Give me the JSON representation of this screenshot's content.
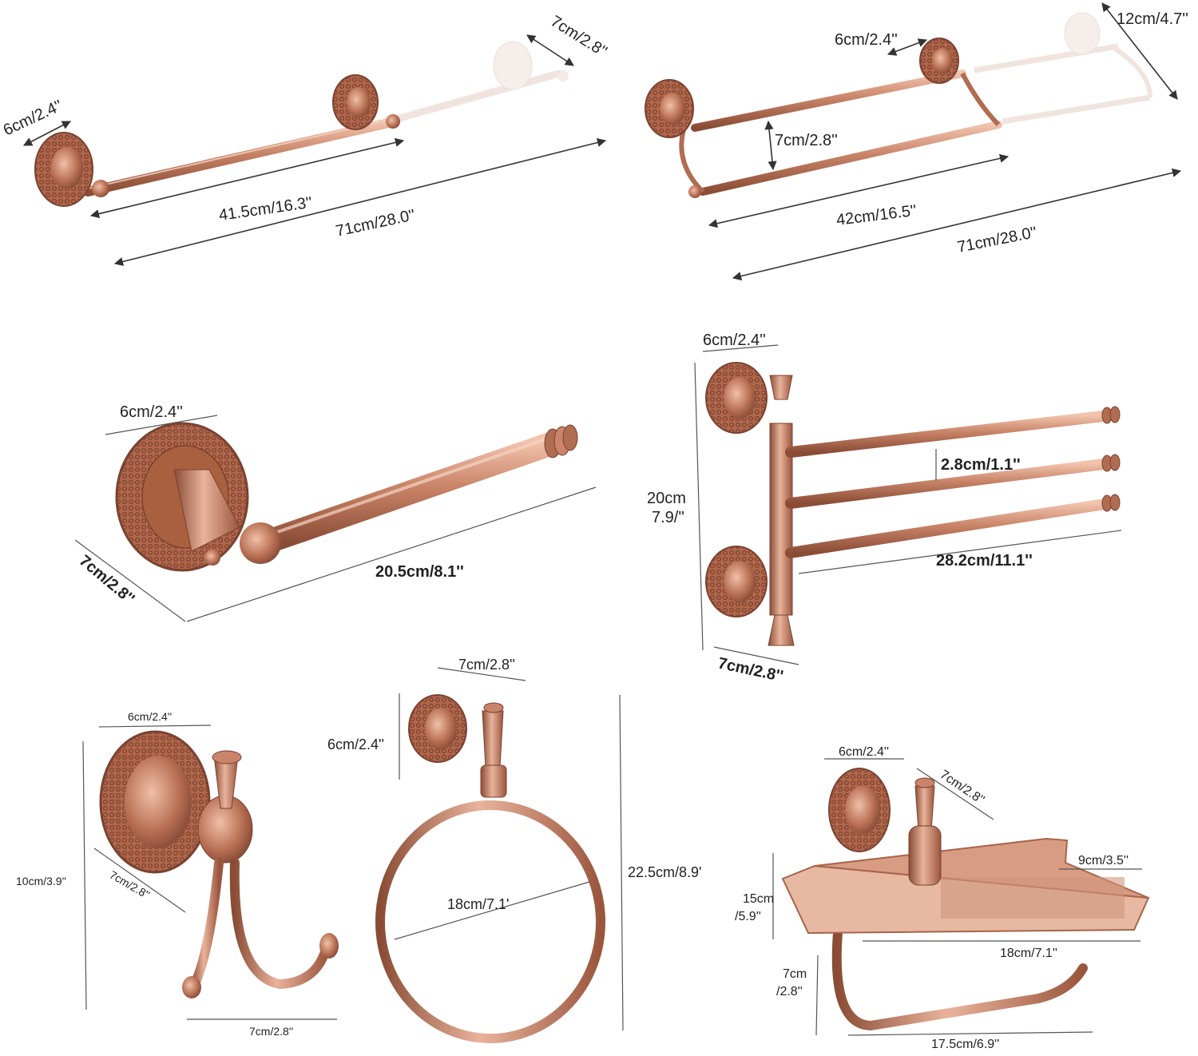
{
  "colors": {
    "copper_light": "#e8b39a",
    "copper_mid": "#c27a5e",
    "copper_dark": "#8a4c35",
    "ghost": "#e6d3cc",
    "dimension_line": "#333333"
  },
  "products": {
    "single_towel_bar": {
      "depth": "6cm/2.4''",
      "ghost_depth": "7cm/2.8''",
      "bar_length": "41.5cm/16.3''",
      "total_length": "71cm/28.0''"
    },
    "double_towel_bar": {
      "depth": "6cm/2.4''",
      "ghost_depth": "12cm/4.7''",
      "bar_spacing": "7cm/2.8''",
      "bar_length": "42cm/16.5''",
      "total_length": "71cm/28.0''"
    },
    "toilet_paper_holder": {
      "base_diameter": "6cm/2.4''",
      "depth": "7cm/2.8''",
      "length": "20.5cm/8.1''"
    },
    "swivel_towel_rack": {
      "base_diameter": "6cm/2.4''",
      "height_line1": "20cm",
      "height_line2": "7.9/''",
      "bar_spacing": "2.8cm/1.1''",
      "bar_length": "28.2cm/11.1''",
      "depth": "7cm/2.8''"
    },
    "robe_hook": {
      "base_diameter": "6cm/2.4''",
      "height": "10cm/3.9''",
      "depth": "7cm/2.8''",
      "width": "7cm/2.8''"
    },
    "towel_ring": {
      "depth": "7cm/2.8''",
      "base_diameter": "6cm/2.4''",
      "ring_diameter": "18cm/7.1'",
      "height": "22.5cm/8.9'"
    },
    "paper_holder_shelf": {
      "base_diameter": "6cm/2.4''",
      "depth": "7cm/2.8''",
      "shelf_depth": "9cm/3.5''",
      "height_line1": "15cm",
      "height_line2": "/5.9''",
      "shelf_width": "18cm/7.1''",
      "arm_height_line1": "7cm",
      "arm_height_line2": "/2.8''",
      "arm_length": "17.5cm/6.9''"
    }
  }
}
